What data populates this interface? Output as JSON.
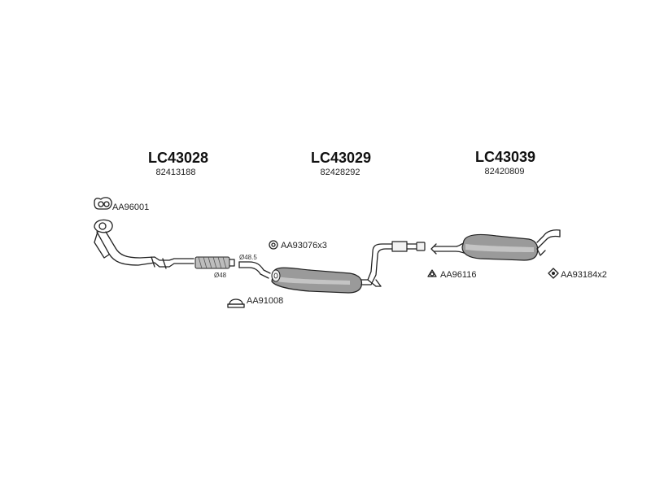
{
  "sections": [
    {
      "code": "LC43028",
      "number": "82413188"
    },
    {
      "code": "LC43029",
      "number": "82428292"
    },
    {
      "code": "LC43039",
      "number": "82420809"
    }
  ],
  "parts": {
    "gasket_front": "AA96001",
    "clamp": "AA91008",
    "rubber_ring": "AA93076x3",
    "gasket_rear": "AA96116",
    "hanger": "AA93184x2"
  },
  "dimensions": {
    "outer": "Ø48.5",
    "inner": "Ø48"
  }
}
